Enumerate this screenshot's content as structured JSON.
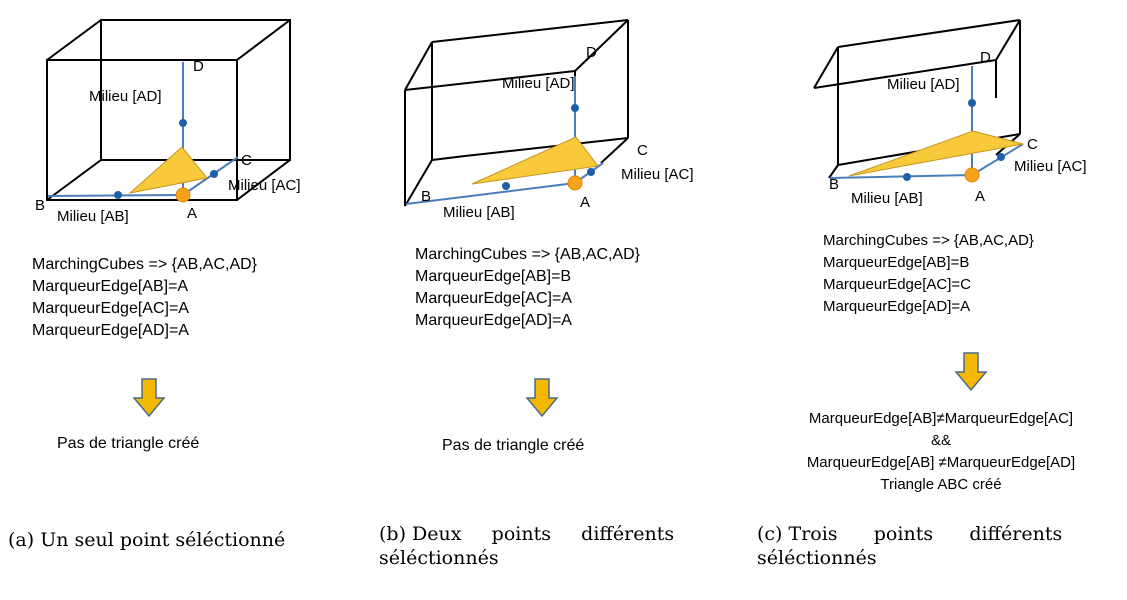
{
  "panels": [
    {
      "labels": {
        "D": "D",
        "C": "C",
        "B": "B",
        "A": "A",
        "mid_ad": "Milieu [AD]",
        "mid_ac": "Milieu [AC]",
        "mid_ab": "Milieu [AB]"
      },
      "code": [
        "MarchingCubes => {AB,AC,AD}",
        "MarqueurEdge[AB]=A",
        "MarqueurEdge[AC]=A",
        "MarqueurEdge[AD]=A"
      ],
      "result": [
        "Pas de triangle créé"
      ],
      "caption_num": "(a)",
      "caption_text": "Un seul point séléctionné"
    },
    {
      "labels": {
        "D": "D",
        "C": "C",
        "B": "B",
        "A": "A",
        "mid_ad": "Milieu [AD]",
        "mid_ac": "Milieu [AC]",
        "mid_ab": "Milieu [AB]"
      },
      "code": [
        "MarchingCubes => {AB,AC,AD}",
        "MarqueurEdge[AB]=B",
        "MarqueurEdge[AC]=A",
        "MarqueurEdge[AD]=A"
      ],
      "result": [
        "Pas de triangle créé"
      ],
      "caption_num": "(b)",
      "caption_text_line1": "Deux     points     différents",
      "caption_text_line2": "séléctionnés"
    },
    {
      "labels": {
        "D": "D",
        "C": "C",
        "B": "B",
        "A": "A",
        "mid_ad": "Milieu [AD]",
        "mid_ac": "Milieu [AC]",
        "mid_ab": "Milieu [AB]"
      },
      "code": [
        "MarchingCubes => {AB,AC,AD}",
        "MarqueurEdge[AB]=B",
        "MarqueurEdge[AC]=C",
        "MarqueurEdge[AD]=A"
      ],
      "result": [
        "MarqueurEdge[AB]≠MarqueurEdge[AC]",
        "&&",
        "MarqueurEdge[AB] ≠MarqueurEdge[AD]",
        "Triangle ABC créé"
      ],
      "caption_num": "(c)",
      "caption_text_line1": "Trois      points      différents",
      "caption_text_line2": "séléctionnés"
    }
  ],
  "colors": {
    "edge": "#000000",
    "highlight_edge": "#4a7ebb",
    "midpoint": "#1f5fa8",
    "vertex_a": "#f7a21b",
    "triangle_fill": "#f9c93c",
    "triangle_stroke": "#c8961e",
    "arrow_fill": "#f5b800",
    "arrow_stroke": "#4a6a8a"
  }
}
